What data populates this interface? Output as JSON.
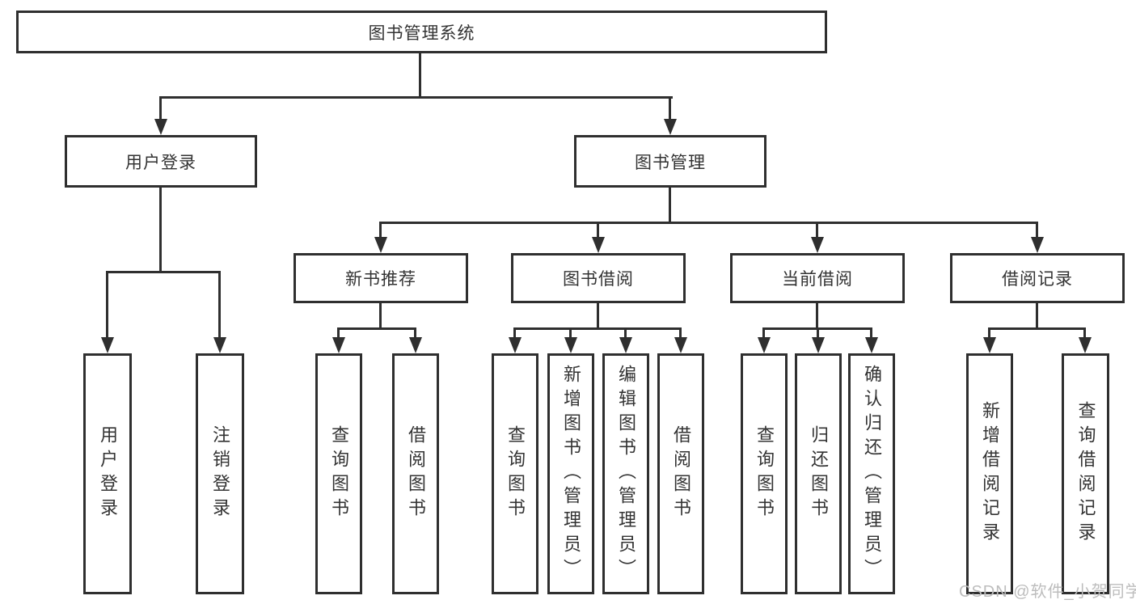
{
  "diagram": {
    "root_label": "图书管理系统",
    "level2": {
      "user_login": "用户登录",
      "book_management": "图书管理"
    },
    "level3": {
      "new_book_recommend": "新书推荐",
      "book_borrowing": "图书借阅",
      "current_borrowing": "当前借阅",
      "borrowing_records": "借阅记录"
    },
    "leaves": {
      "user_login_children": [
        "用户登录",
        "注销登录"
      ],
      "new_book_children": [
        "查询图书",
        "借阅图书"
      ],
      "book_borrowing_children": [
        "查询图书",
        "新增图书（管理员）",
        "编辑图书（管理员）",
        "借阅图书"
      ],
      "current_borrowing_children": [
        "查询图书",
        "归还图书",
        "确认归还（管理员）"
      ],
      "borrowing_record_children": [
        "新增借阅记录",
        "查询借阅记录"
      ]
    }
  },
  "watermark": {
    "text": "CSDN @软件_小贺同学"
  },
  "colors": {
    "line": "#2f2f2f",
    "text": "#333333",
    "watermark": "#bdbdbd",
    "background": "#ffffff"
  }
}
